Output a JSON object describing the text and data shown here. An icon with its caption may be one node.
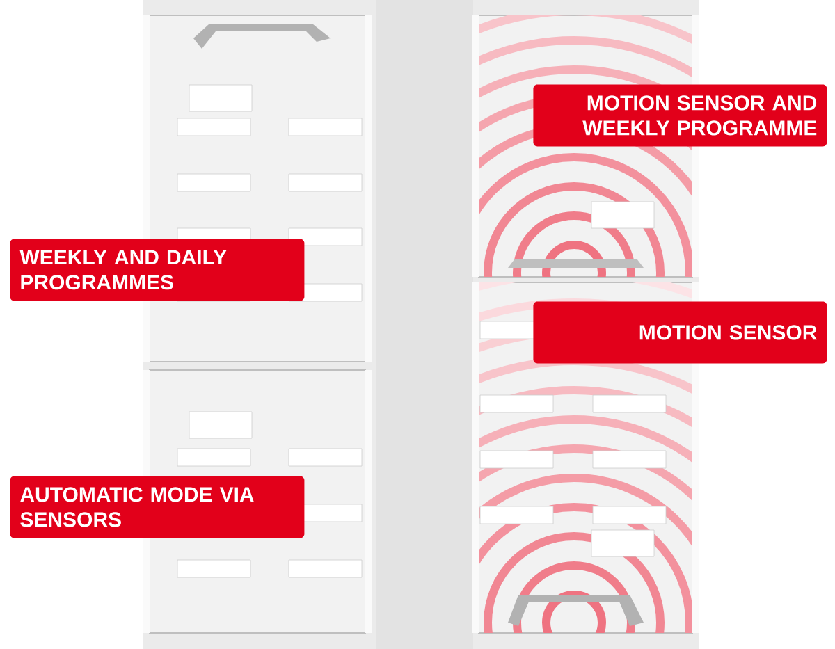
{
  "diagram": {
    "nodes": [
      {
        "text": [
          "MOTION SENSOR AND WEEKLY PROGRAMME"
        ]
      },
      {
        "text": [
          "WEEKLY AND DAILY PROGRAMMES"
        ]
      },
      {
        "text": [
          "MOTION SENSOR"
        ]
      },
      {
        "text": [
          "AUTOMATIC MODE VIA SENSORS"
        ]
      }
    ]
  }
}
